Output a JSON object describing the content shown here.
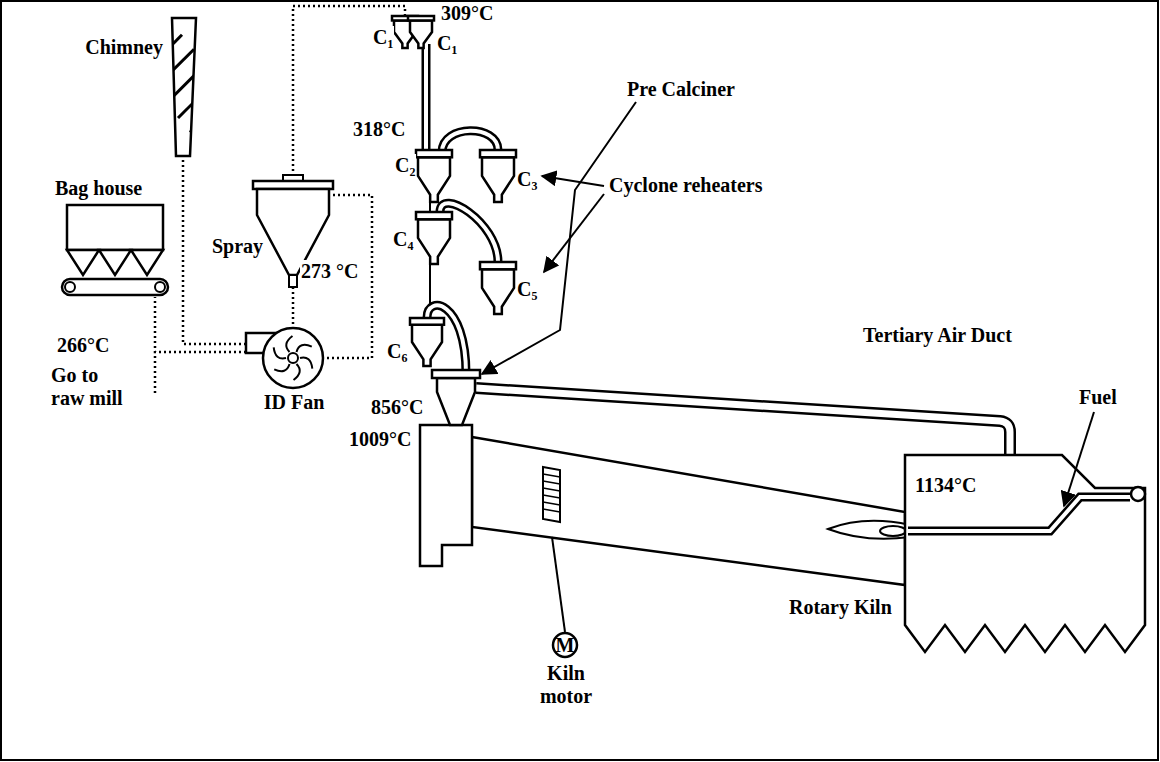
{
  "diagram": {
    "nodes": [
      {
        "text": [
          "Chimney"
        ]
      },
      {
        "text": [
          "Bag house"
        ]
      },
      {
        "text": [
          "Spray"
        ]
      },
      {
        "text": [
          "ID Fan"
        ]
      },
      {
        "text": [
          "C₁"
        ]
      },
      {
        "text": [
          "C₁"
        ]
      },
      {
        "text": [
          "C₂"
        ]
      },
      {
        "text": [
          "C₃"
        ]
      },
      {
        "text": [
          "C₄"
        ]
      },
      {
        "text": [
          "C₅"
        ]
      },
      {
        "text": [
          "C₆"
        ]
      },
      {
        "text": [
          "M",
          "Kiln motor"
        ]
      }
    ],
    "edges": [
      {
        "from": 4,
        "to": 2,
        "arrow": "none"
      },
      {
        "from": 2,
        "to": 3,
        "arrow": "none"
      },
      {
        "from": 2,
        "to": 3,
        "arrow": "none"
      },
      {
        "from": 3,
        "to": 0,
        "arrow": "none"
      },
      {
        "from": 3,
        "to": 1,
        "arrow": "none"
      }
    ],
    "labels": [
      "309°C",
      "318°C",
      "Cyclone reheaters",
      "Pre Calciner",
      "Tertiary Air Duct",
      "Fuel",
      "273 °C",
      "266°C",
      "Go to raw mill",
      "856°C",
      "1009°C",
      "1134°C",
      "Rotary Kiln"
    ]
  }
}
